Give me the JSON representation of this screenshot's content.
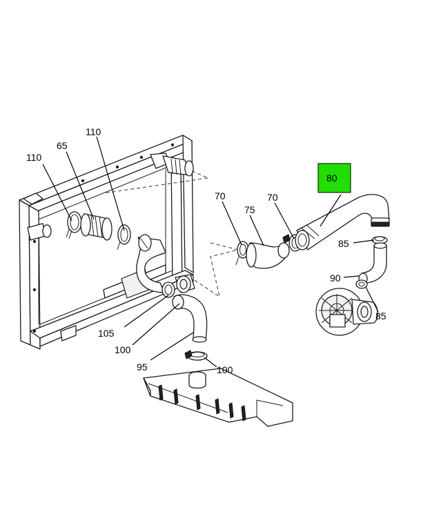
{
  "diagram": {
    "highlight_color": "#22dd00",
    "callouts": [
      {
        "id": "c110a",
        "text": "110"
      },
      {
        "id": "c65",
        "text": "65"
      },
      {
        "id": "c110b",
        "text": "110"
      },
      {
        "id": "c70a",
        "text": "70"
      },
      {
        "id": "c75",
        "text": "75"
      },
      {
        "id": "c70b",
        "text": "70"
      },
      {
        "id": "c80",
        "text": "80",
        "highlighted": true
      },
      {
        "id": "c85a",
        "text": "85"
      },
      {
        "id": "c90",
        "text": "90"
      },
      {
        "id": "c85b",
        "text": "85"
      },
      {
        "id": "c105",
        "text": "105"
      },
      {
        "id": "c100a",
        "text": "100"
      },
      {
        "id": "c95",
        "text": "95"
      },
      {
        "id": "c100b",
        "text": "100"
      }
    ]
  }
}
